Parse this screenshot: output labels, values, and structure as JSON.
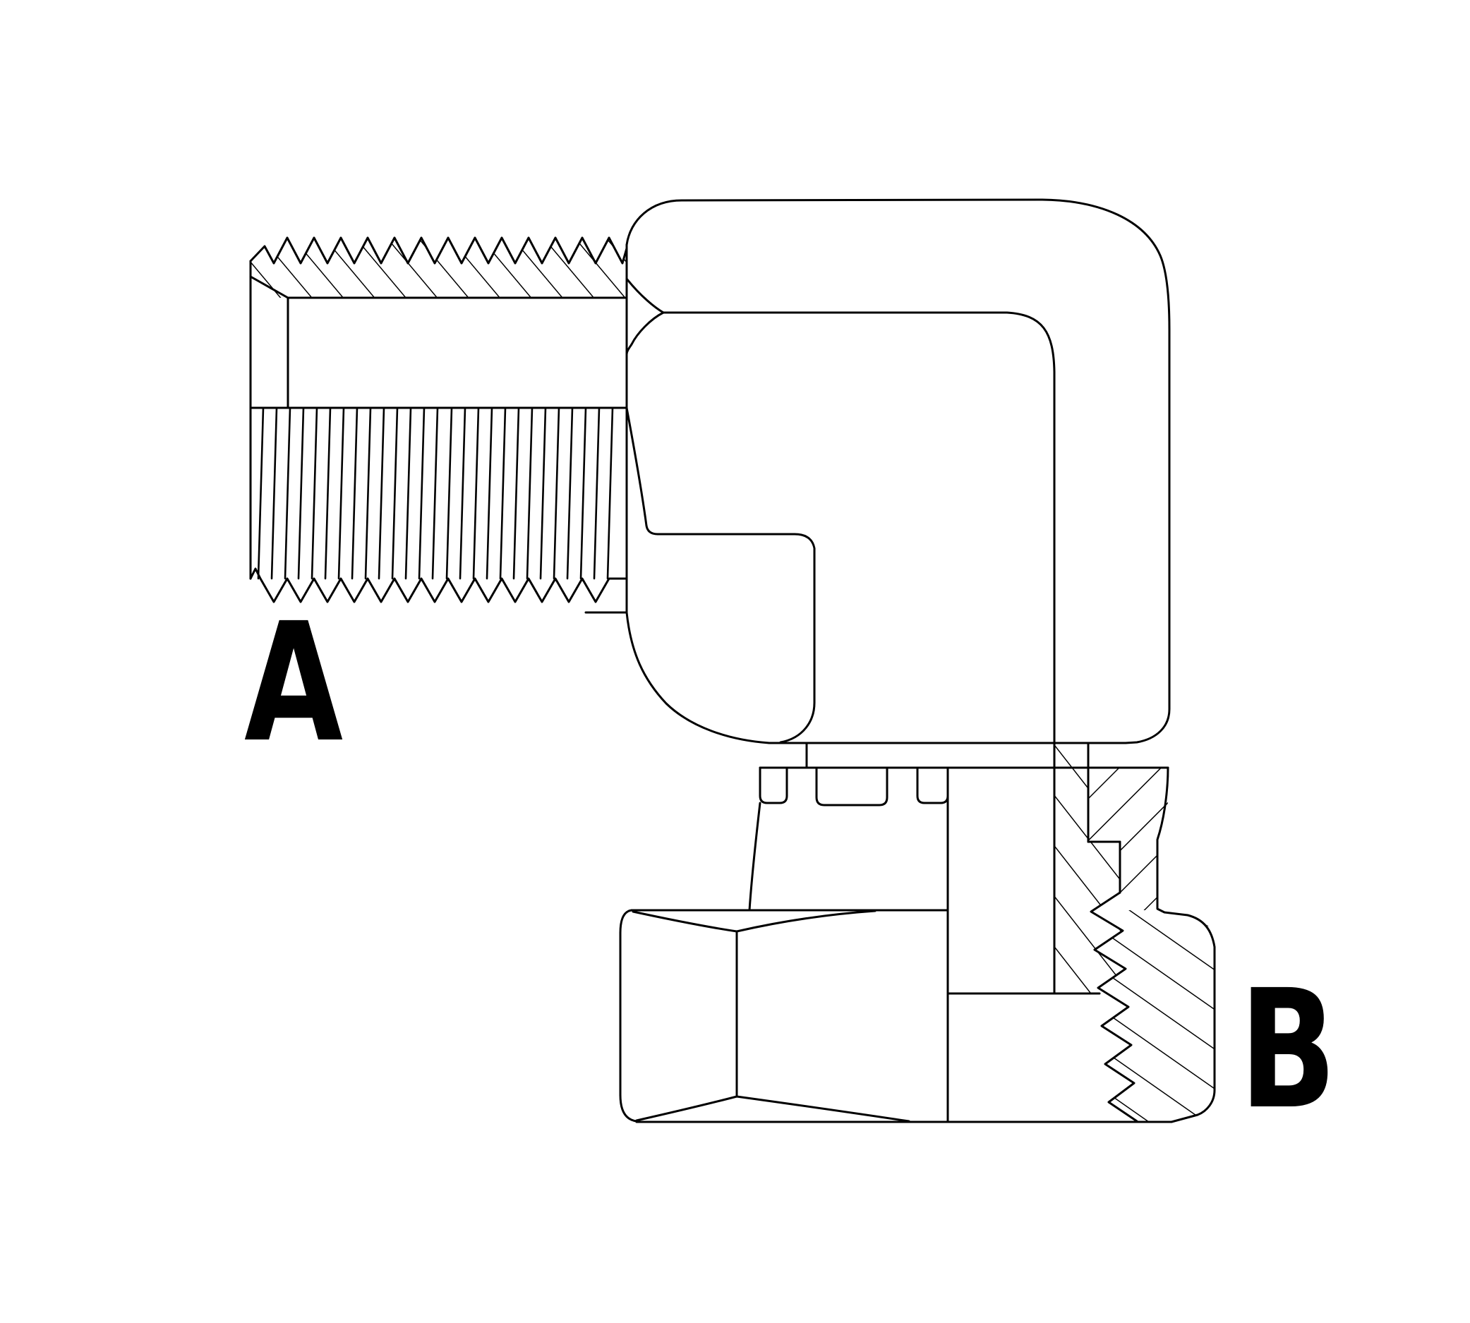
{
  "figure": {
    "kind": "technical line drawing",
    "subject": "90-degree male-to-female swivel elbow fitting, half-section view"
  },
  "labels": {
    "a": "A",
    "b": "B"
  },
  "colors": {
    "line": "#000000",
    "background": "#ffffff"
  }
}
